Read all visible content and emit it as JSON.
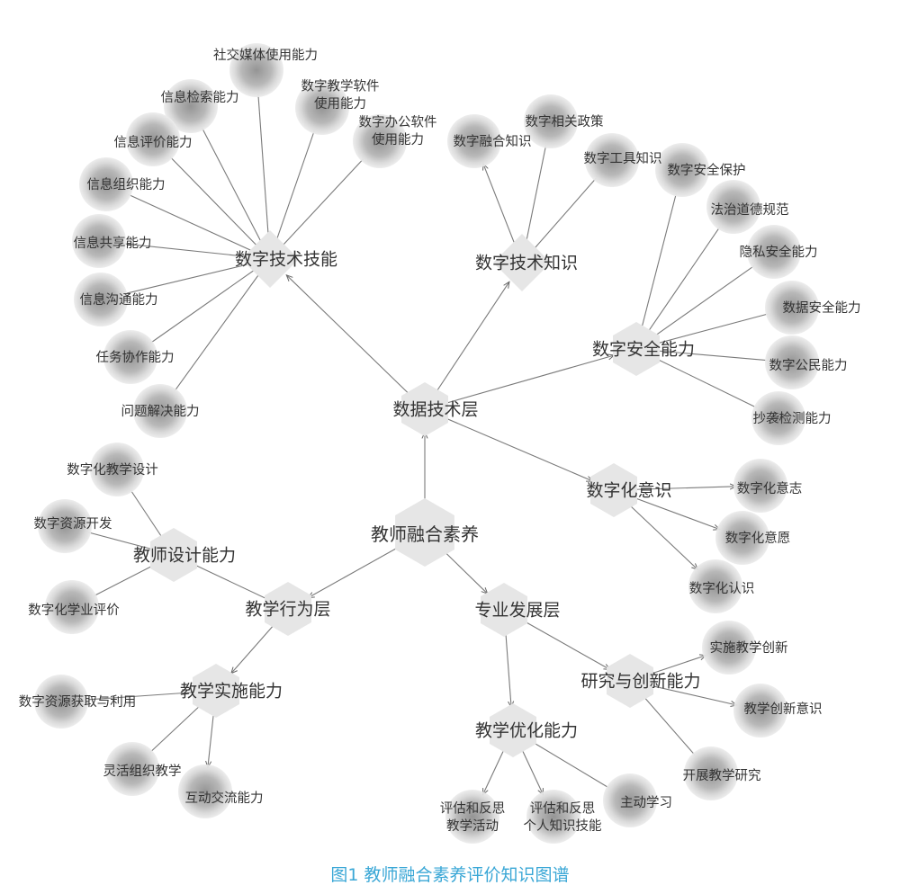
{
  "caption": "图1 教师融合素养评价知识图谱",
  "nodes": [
    {
      "id": "root",
      "label": "教师融合素养",
      "level": 0
    },
    {
      "id": "data_layer",
      "label": "数据技术层",
      "level": 1
    },
    {
      "id": "teach_layer",
      "label": "教学行为层",
      "level": 1
    },
    {
      "id": "prof_layer",
      "label": "专业发展层",
      "level": 1
    },
    {
      "id": "tech_skill",
      "label": "数字技术技能",
      "level": 2
    },
    {
      "id": "tech_know",
      "label": "数字技术知识",
      "level": 2
    },
    {
      "id": "sec_ability",
      "label": "数字安全能力",
      "level": 2
    },
    {
      "id": "dig_aware",
      "label": "数字化意识",
      "level": 2
    },
    {
      "id": "design_ability",
      "label": "教师设计能力",
      "level": 2
    },
    {
      "id": "impl_ability",
      "label": "教学实施能力",
      "level": 2
    },
    {
      "id": "optim_ability",
      "label": "教学优化能力",
      "level": 2
    },
    {
      "id": "research_ability",
      "label": "研究与创新能力",
      "level": 2
    },
    {
      "id": "l_social",
      "label": "社交媒体使用能力",
      "level": 3
    },
    {
      "id": "l_retrieve",
      "label": "信息检索能力",
      "level": 3
    },
    {
      "id": "l_teachsoft",
      "label": "数字教学软件\n使用能力",
      "level": 3
    },
    {
      "id": "l_eval",
      "label": "信息评价能力",
      "level": 3
    },
    {
      "id": "l_office",
      "label": "数字办公软件\n使用能力",
      "level": 3
    },
    {
      "id": "l_org",
      "label": "信息组织能力",
      "level": 3
    },
    {
      "id": "l_share",
      "label": "信息共享能力",
      "level": 3
    },
    {
      "id": "l_comm",
      "label": "信息沟通能力",
      "level": 3
    },
    {
      "id": "l_task",
      "label": "任务协作能力",
      "level": 3
    },
    {
      "id": "l_problem",
      "label": "问题解决能力",
      "level": 3
    },
    {
      "id": "l_fusion",
      "label": "数字融合知识",
      "level": 3
    },
    {
      "id": "l_policy",
      "label": "数字相关政策",
      "level": 3
    },
    {
      "id": "l_tools",
      "label": "数字工具知识",
      "level": 3
    },
    {
      "id": "l_secprot",
      "label": "数字安全保护",
      "level": 3
    },
    {
      "id": "l_law",
      "label": "法治道德规范",
      "level": 3
    },
    {
      "id": "l_privacy",
      "label": "隐私安全能力",
      "level": 3
    },
    {
      "id": "l_datasec",
      "label": "数据安全能力",
      "level": 3
    },
    {
      "id": "l_citizen",
      "label": "数字公民能力",
      "level": 3
    },
    {
      "id": "l_plag",
      "label": "抄袭检测能力",
      "level": 3
    },
    {
      "id": "l_will",
      "label": "数字化意志",
      "level": 3
    },
    {
      "id": "l_wish",
      "label": "数字化意愿",
      "level": 3
    },
    {
      "id": "l_cog",
      "label": "数字化认识",
      "level": 3
    },
    {
      "id": "l_design",
      "label": "数字化教学设计",
      "level": 3
    },
    {
      "id": "l_resdev",
      "label": "数字资源开发",
      "level": 3
    },
    {
      "id": "l_assess",
      "label": "数字化学业评价",
      "level": 3
    },
    {
      "id": "l_resget",
      "label": "数字资源获取与利用",
      "level": 3
    },
    {
      "id": "l_flex",
      "label": "灵活组织教学",
      "level": 3
    },
    {
      "id": "l_inter",
      "label": "互动交流能力",
      "level": 3
    },
    {
      "id": "l_evalact",
      "label": "评估和反思\n教学活动",
      "level": 3
    },
    {
      "id": "l_evalself",
      "label": "评估和反思\n个人知识技能",
      "level": 3
    },
    {
      "id": "l_active",
      "label": "主动学习",
      "level": 3
    },
    {
      "id": "l_innov",
      "label": "实施教学创新",
      "level": 3
    },
    {
      "id": "l_innovaware",
      "label": "教学创新意识",
      "level": 3
    },
    {
      "id": "l_research",
      "label": "开展教学研究",
      "level": 3
    }
  ],
  "edges": [
    [
      "root",
      "data_layer"
    ],
    [
      "root",
      "teach_layer"
    ],
    [
      "root",
      "prof_layer"
    ],
    [
      "data_layer",
      "tech_skill"
    ],
    [
      "data_layer",
      "tech_know"
    ],
    [
      "data_layer",
      "sec_ability"
    ],
    [
      "data_layer",
      "dig_aware"
    ],
    [
      "teach_layer",
      "design_ability"
    ],
    [
      "teach_layer",
      "impl_ability"
    ],
    [
      "prof_layer",
      "optim_ability"
    ],
    [
      "prof_layer",
      "research_ability"
    ],
    [
      "tech_skill",
      "l_social"
    ],
    [
      "tech_skill",
      "l_retrieve"
    ],
    [
      "tech_skill",
      "l_teachsoft"
    ],
    [
      "tech_skill",
      "l_eval"
    ],
    [
      "tech_skill",
      "l_office"
    ],
    [
      "tech_skill",
      "l_org"
    ],
    [
      "tech_skill",
      "l_share"
    ],
    [
      "tech_skill",
      "l_comm"
    ],
    [
      "tech_skill",
      "l_task"
    ],
    [
      "tech_skill",
      "l_problem"
    ],
    [
      "tech_know",
      "l_fusion"
    ],
    [
      "tech_know",
      "l_policy"
    ],
    [
      "tech_know",
      "l_tools"
    ],
    [
      "sec_ability",
      "l_secprot"
    ],
    [
      "sec_ability",
      "l_law"
    ],
    [
      "sec_ability",
      "l_privacy"
    ],
    [
      "sec_ability",
      "l_datasec"
    ],
    [
      "sec_ability",
      "l_citizen"
    ],
    [
      "sec_ability",
      "l_plag"
    ],
    [
      "dig_aware",
      "l_will"
    ],
    [
      "dig_aware",
      "l_wish"
    ],
    [
      "dig_aware",
      "l_cog"
    ],
    [
      "design_ability",
      "l_design"
    ],
    [
      "design_ability",
      "l_resdev"
    ],
    [
      "design_ability",
      "l_assess"
    ],
    [
      "impl_ability",
      "l_resget"
    ],
    [
      "impl_ability",
      "l_flex"
    ],
    [
      "impl_ability",
      "l_inter"
    ],
    [
      "optim_ability",
      "l_evalact"
    ],
    [
      "optim_ability",
      "l_evalself"
    ],
    [
      "optim_ability",
      "l_active"
    ],
    [
      "research_ability",
      "l_innov"
    ],
    [
      "research_ability",
      "l_innovaware"
    ],
    [
      "research_ability",
      "l_research"
    ]
  ]
}
